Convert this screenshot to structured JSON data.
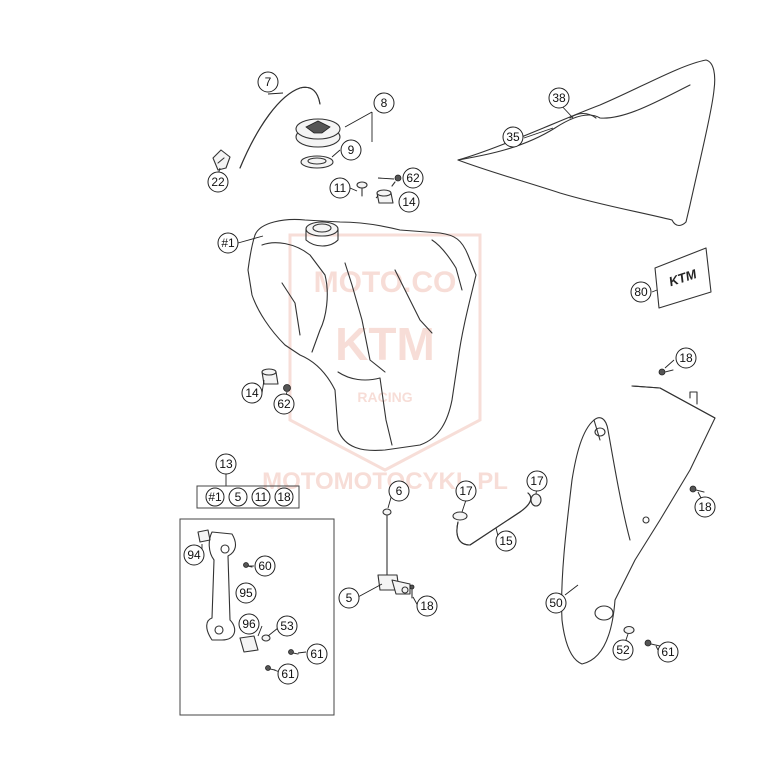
{
  "watermark": {
    "color": "#e9a08e",
    "lines": [
      "MOTO.CO",
      "KTM",
      "RACING",
      "MOTOMOTOCYKL.PL"
    ]
  },
  "callouts": [
    {
      "id": "c7",
      "label": "7"
    },
    {
      "id": "c8",
      "label": "8"
    },
    {
      "id": "c9",
      "label": "9"
    },
    {
      "id": "c22",
      "label": "22"
    },
    {
      "id": "c11a",
      "label": "11"
    },
    {
      "id": "c62a",
      "label": "62"
    },
    {
      "id": "c14a",
      "label": "14"
    },
    {
      "id": "c38",
      "label": "38"
    },
    {
      "id": "c35",
      "label": "35"
    },
    {
      "id": "c1",
      "label": "#1"
    },
    {
      "id": "c80",
      "label": "80"
    },
    {
      "id": "c14b",
      "label": "14"
    },
    {
      "id": "c62b",
      "label": "62"
    },
    {
      "id": "c18a",
      "label": "18"
    },
    {
      "id": "c13",
      "label": "13"
    },
    {
      "id": "k1",
      "label": "#1"
    },
    {
      "id": "k5",
      "label": "5"
    },
    {
      "id": "k11",
      "label": "11"
    },
    {
      "id": "k18",
      "label": "18"
    },
    {
      "id": "c6",
      "label": "6"
    },
    {
      "id": "c17a",
      "label": "17"
    },
    {
      "id": "c17b",
      "label": "17"
    },
    {
      "id": "c15",
      "label": "15"
    },
    {
      "id": "c18b",
      "label": "18"
    },
    {
      "id": "c94",
      "label": "94"
    },
    {
      "id": "c60",
      "label": "60"
    },
    {
      "id": "c95",
      "label": "95"
    },
    {
      "id": "c5",
      "label": "5"
    },
    {
      "id": "c18c",
      "label": "18"
    },
    {
      "id": "c96",
      "label": "96"
    },
    {
      "id": "c53",
      "label": "53"
    },
    {
      "id": "c61a",
      "label": "61"
    },
    {
      "id": "c61b",
      "label": "61"
    },
    {
      "id": "c50",
      "label": "50"
    },
    {
      "id": "c52",
      "label": "52"
    },
    {
      "id": "c61c",
      "label": "61"
    }
  ]
}
